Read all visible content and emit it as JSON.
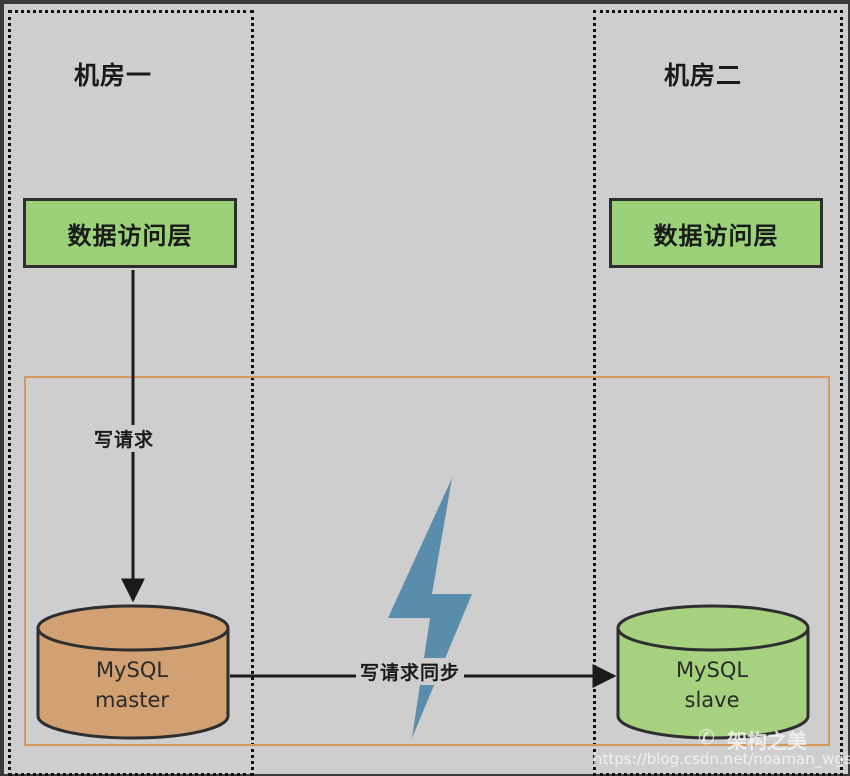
{
  "rooms": [
    {
      "title": "机房一",
      "layer_label": "数据访问层"
    },
    {
      "title": "机房二",
      "layer_label": "数据访问层"
    }
  ],
  "edges": {
    "write_request": "写请求",
    "write_sync": "写请求同步"
  },
  "databases": {
    "master": {
      "line1": "MySQL",
      "line2": "master",
      "color": "#d2a173"
    },
    "slave": {
      "line1": "MySQL",
      "line2": "slave",
      "color": "#a6d27f"
    }
  },
  "icons": {
    "network_failure": "lightning-bolt-icon",
    "watermark": "wechat-icon"
  },
  "colors": {
    "layer_box": "#9bd279",
    "sync_zone_border": "#d59a5c",
    "lightning": "#5a8cab"
  },
  "watermark": {
    "brand": "架构之美",
    "url": "https://blog.csdn.net/noaman_wgs"
  }
}
